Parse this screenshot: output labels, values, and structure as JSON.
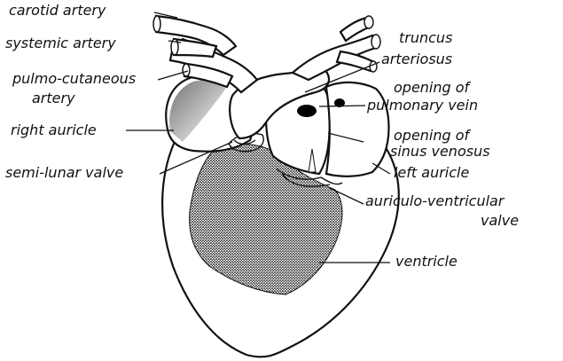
{
  "labels": {
    "carotid_artery": "carotid artery",
    "systemic_artery": "systemic artery",
    "pulmo_cutaneous_artery_1": "pulmo-cutaneous",
    "pulmo_cutaneous_artery_2": "artery",
    "right_auricle": "right auricle",
    "semi_lunar_valve": "semi-lunar valve",
    "truncus_arteriosus_1": "truncus",
    "truncus_arteriosus_2": "arteriosus",
    "opening_pulmonary_vein_1": "opening of",
    "opening_pulmonary_vein_2": "pulmonary vein",
    "opening_sinus_venosus_1": "opening of",
    "opening_sinus_venosus_2": "sinus venosus",
    "left_auricle": "left auricle",
    "auriculo_ventricular_valve_1": "auriculo-ventricular",
    "auriculo_ventricular_valve_2": "valve",
    "ventricle": "ventricle"
  }
}
